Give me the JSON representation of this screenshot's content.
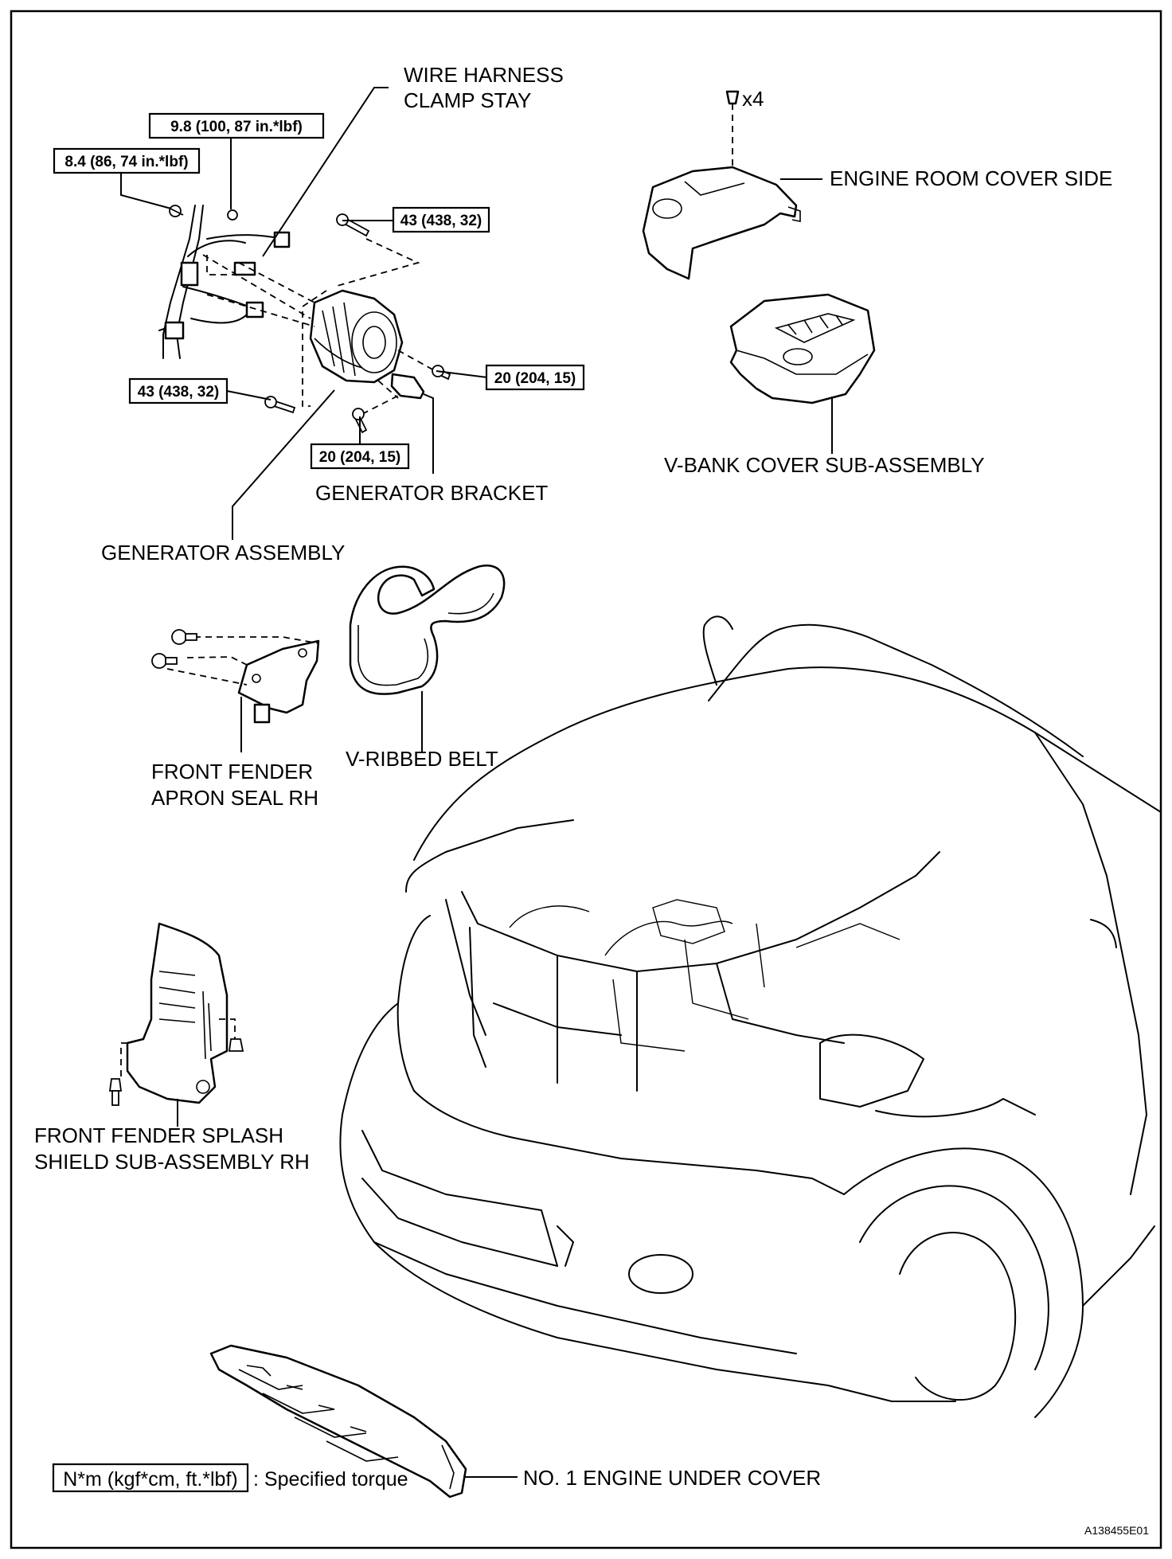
{
  "labels": {
    "wire_harness_clamp_stay_1": "WIRE HARNESS",
    "wire_harness_clamp_stay_2": "CLAMP STAY",
    "engine_room_cover_side": "ENGINE ROOM COVER SIDE",
    "v_bank_cover": "V-BANK COVER SUB-ASSEMBLY",
    "generator_bracket": "GENERATOR BRACKET",
    "generator_assembly": "GENERATOR ASSEMBLY",
    "v_ribbed_belt": "V-RIBBED BELT",
    "apron_seal_1": "FRONT FENDER",
    "apron_seal_2": "APRON SEAL RH",
    "splash_shield_1": "FRONT FENDER SPLASH",
    "splash_shield_2": "SHIELD SUB-ASSEMBLY RH",
    "under_cover": "NO. 1 ENGINE UNDER COVER"
  },
  "torques": {
    "t_9_8": "9.8 (100, 87 in.*lbf)",
    "t_8_4": "8.4 (86, 74 in.*lbf)",
    "t_43_top": "43 (438, 32)",
    "t_43_left": "43 (438, 32)",
    "t_20_right": "20 (204, 15)",
    "t_20_bottom": "20 (204, 15)"
  },
  "fastener_qty": "x4",
  "legend": {
    "unit": "N*m (kgf*cm, ft.*lbf)",
    "description": ": Specified torque"
  },
  "figure_code": "A138455E01"
}
